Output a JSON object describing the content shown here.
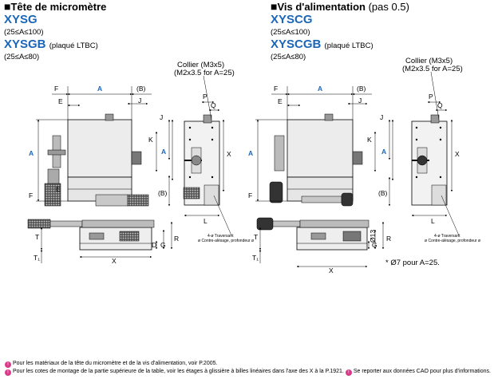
{
  "left": {
    "header_square": "■",
    "header": "Tête de micromètre",
    "model1": "XYSG",
    "range1": "(25≤A≤100)",
    "model2": "XYSGB",
    "model2_note": "(plaqué LTBC)",
    "range2": "(25≤A≤80)",
    "collier1": "Collier (M3x5)",
    "collier2": "(M2x3.5 for A=25)",
    "caption1": "4-ø Traversant",
    "caption2": "ø Contre-alésage, profondeur ø"
  },
  "right": {
    "header_square": "■",
    "header": "Vis d'alimentation",
    "header_pas": "(pas 0.5)",
    "model1": "XYSCG",
    "range1": "(25≤A≤100)",
    "model2": "XYSCGB",
    "model2_note": "(plaqué LTBC)",
    "range2": "(25≤A≤80)",
    "collier1": "Collier (M3x5)",
    "collier2": "(M2x3.5 for A=25)",
    "caption1": "4-ø Traversant",
    "caption2": "ø Contre-alésage, profondeur ø",
    "dia_label": "Ø13",
    "note": "* Ø7 pour A=25."
  },
  "dims": {
    "A": "A",
    "F": "F",
    "E": "E",
    "B": "(B)",
    "J": "J",
    "K": "K",
    "P": "P",
    "Q": "Q",
    "X": "X",
    "L": "L",
    "T": "T",
    "T1": "T₁",
    "G": "G",
    "R": "R",
    "D": "D"
  },
  "footnotes": {
    "line1": "Pour les matériaux de la tête du micromètre et de la vis d'alimentation, voir P.2005.",
    "line2a": "Pour les cotes de montage de la partie supérieure de la table, voir les étages à glissière à billes linéaires dans l'axe des X à la P.1921.",
    "line2b": "Se reporter aux données CAO pour plus d'informations."
  }
}
